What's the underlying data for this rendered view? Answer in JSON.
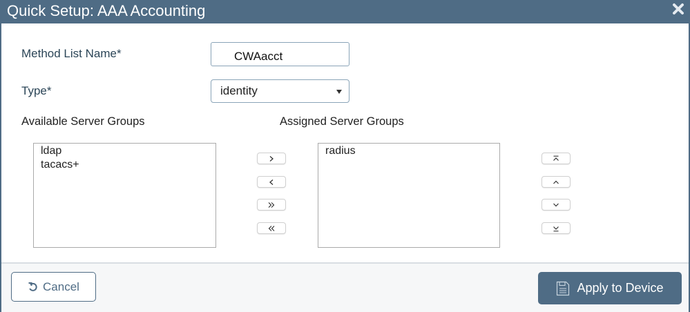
{
  "dialog": {
    "title": "Quick Setup: AAA Accounting",
    "close_icon": "close-x-icon"
  },
  "form": {
    "method_list_name": {
      "label": "Method List Name*",
      "value": "CWAacct"
    },
    "type": {
      "label": "Type*",
      "selected": "identity"
    }
  },
  "available_groups": {
    "label": "Available Server Groups",
    "items": [
      "ldap",
      "tacacs+"
    ]
  },
  "assigned_groups": {
    "label": "Assigned Server Groups",
    "items": [
      "radius"
    ]
  },
  "transfer_buttons": [
    {
      "name": "move-right-button",
      "icon": "chevron-right-icon"
    },
    {
      "name": "move-left-button",
      "icon": "chevron-left-icon"
    },
    {
      "name": "move-all-right-button",
      "icon": "double-chevron-right-icon"
    },
    {
      "name": "move-all-left-button",
      "icon": "double-chevron-left-icon"
    }
  ],
  "order_buttons": [
    {
      "name": "move-top-button",
      "icon": "chevron-up-to-top-icon"
    },
    {
      "name": "move-up-button",
      "icon": "chevron-up-icon"
    },
    {
      "name": "move-down-button",
      "icon": "chevron-down-icon"
    },
    {
      "name": "move-bottom-button",
      "icon": "chevron-down-to-bottom-icon"
    }
  ],
  "footer": {
    "cancel_label": "Cancel",
    "cancel_icon": "undo-icon",
    "apply_label": "Apply to Device",
    "apply_icon": "floppy-disk-icon"
  },
  "colors": {
    "header_bg": "#4f6c85",
    "primary_button": "#4f6c85",
    "footer_bg": "#f6f7f8"
  }
}
